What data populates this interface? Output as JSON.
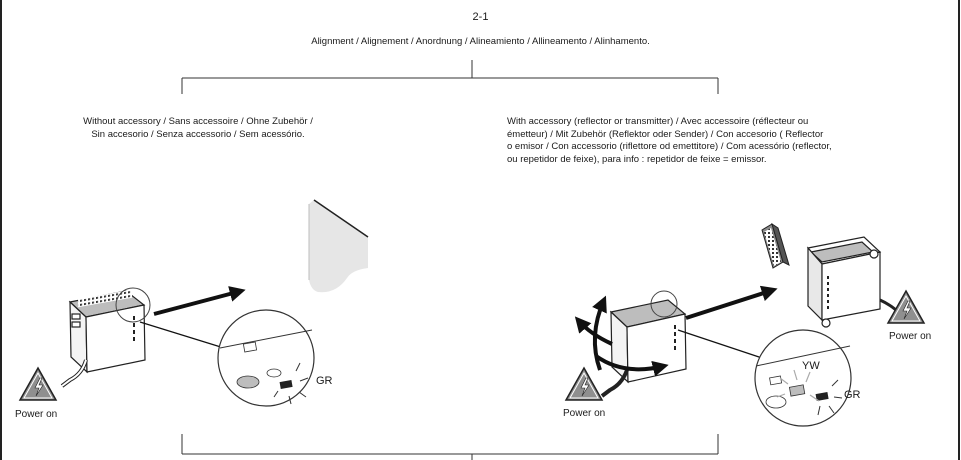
{
  "header": {
    "page_number": "2-1",
    "title": "Alignment / Alignement / Anordnung / Alineamiento / Allineamento / Alinhamento."
  },
  "left_panel": {
    "caption_lines": [
      "Without accessory / Sans accessoire / Ohne Zubehör /",
      "Sin accesorio / Senza accessorio / Sem acessório."
    ],
    "power_label": "Power on",
    "led_label": "GR"
  },
  "right_panel": {
    "caption_lines": [
      "With accessory (reflector or transmitter) / Avec accessoire (réflecteur ou",
      "émetteur) / Mit Zubehör (Reflektor oder Sender) / Con accesorio ( Reflector",
      "o emisor / Con accessorio (riflettore od emettitore) / Com acessório (reflector,",
      "ou repetidor de feixe), para info : repetidor de feixe = emissor."
    ],
    "power_label_sensor": "Power on",
    "power_label_emitter": "Power on",
    "led_label_yellow": "YW",
    "led_label_green": "GR"
  },
  "icons": {
    "warning": "high-voltage-warning-icon"
  }
}
